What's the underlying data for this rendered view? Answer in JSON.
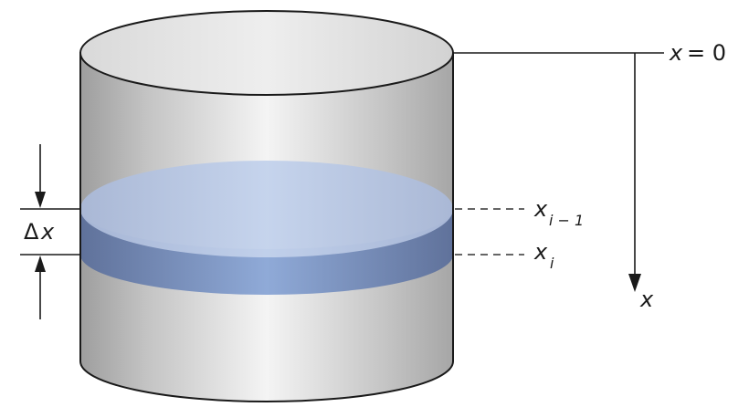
{
  "labels": {
    "x_zero_var": "x",
    "x_zero_eq": "= 0",
    "x_axis_var": "x",
    "x_i_minus_1_var": "x",
    "x_i_minus_1_sub": "i − 1",
    "x_i_var": "x",
    "x_i_sub": "i",
    "delta_symbol": "Δ",
    "delta_var": "x"
  },
  "colors": {
    "cylinder_body": "#cfcfcf",
    "cylinder_top": "#e6e6e6",
    "water_surface": "#b8c8e4",
    "water_band": "#7f9bcf",
    "outline": "#1a1a1a",
    "dashed_line": "#333333"
  }
}
